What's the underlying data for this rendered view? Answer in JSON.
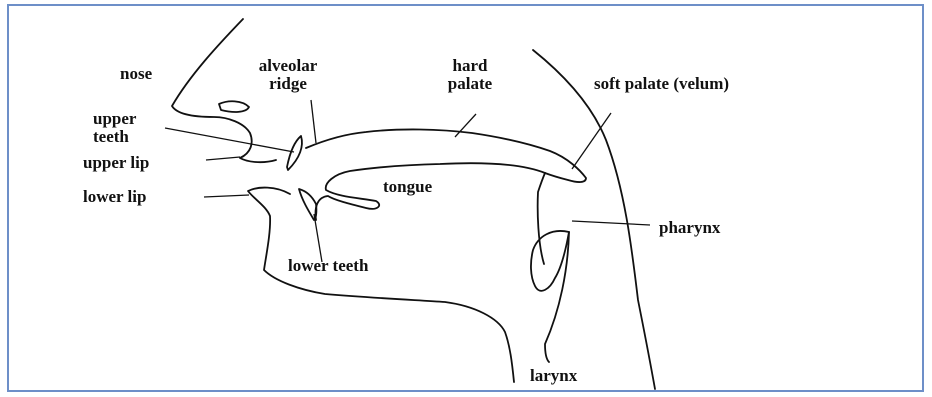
{
  "diagram": {
    "labels": {
      "nose": "nose",
      "alveolar_ridge_1": "alveolar",
      "alveolar_ridge_2": "ridge",
      "hard_palate_1": "hard",
      "hard_palate_2": "palate",
      "soft_palate": "soft palate (velum)",
      "upper_teeth_1": "upper",
      "upper_teeth_2": "teeth",
      "upper_lip": "upper lip",
      "lower_lip": "lower lip",
      "tongue": "tongue",
      "pharynx": "pharynx",
      "lower_teeth": "lower teeth",
      "larynx": "larynx"
    },
    "colors": {
      "frame_border": "#6d8fc8",
      "stroke": "#111111"
    }
  }
}
